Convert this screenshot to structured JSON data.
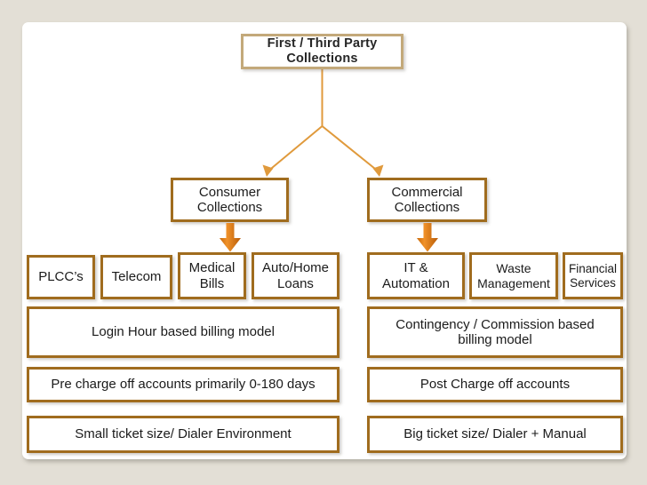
{
  "slide": {
    "colors": {
      "page_background": "#E3DFD6",
      "card_background": "#FFFFFF",
      "box_border": "#A06C1E",
      "root_box_border": "#C3A97A",
      "connector_line": "#E09A3C",
      "block_arrow_fill": "#E07E16",
      "text": "#1B1B1B"
    },
    "root": {
      "label": "First / Third Party Collections",
      "line1": "First / Third Party",
      "line2": "Collections"
    },
    "branches": [
      {
        "id": "consumer",
        "title_line1": "Consumer",
        "title_line2": "Collections",
        "verticals": [
          {
            "line1": "PLCC’s",
            "line2": ""
          },
          {
            "line1": "Telecom",
            "line2": ""
          },
          {
            "line1": "Medical",
            "line2": "Bills"
          },
          {
            "line1": "Auto/Home",
            "line2": "Loans"
          }
        ],
        "billing_model": "Login Hour based billing model",
        "accounts": "Pre charge off accounts primarily 0-180 days",
        "ticket": "Small ticket size/ Dialer Environment"
      },
      {
        "id": "commercial",
        "title_line1": "Commercial",
        "title_line2": "Collections",
        "verticals": [
          {
            "line1": "IT &",
            "line2": "Automation"
          },
          {
            "line1": "Waste",
            "line2": "Management"
          },
          {
            "line1": "Financial",
            "line2": "Services"
          }
        ],
        "billing_model_line1": "Contingency / Commission based",
        "billing_model_line2": "billing model",
        "accounts": "Post Charge off accounts",
        "ticket": "Big ticket size/ Dialer + Manual"
      }
    ],
    "icons": {
      "down_arrow": "block-down-arrow",
      "split_connector": "split-arrow-connector"
    }
  }
}
